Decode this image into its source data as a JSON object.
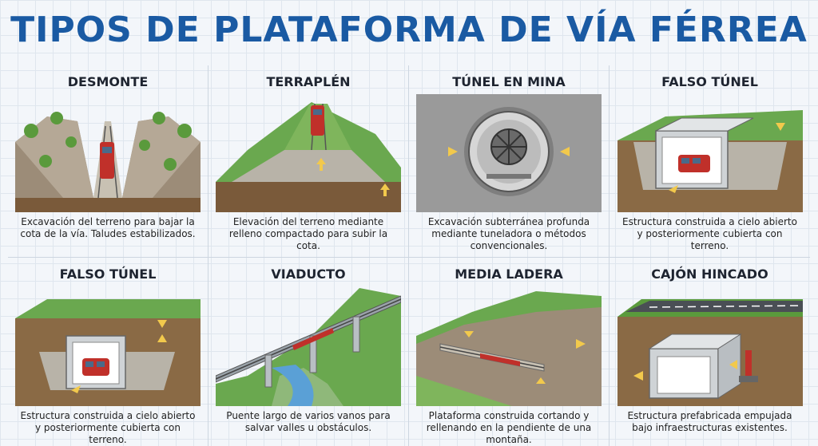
{
  "title": "TIPOS DE PLATAFORMA DE VÍA FÉRREA",
  "panels": [
    {
      "title": "DESMONTE",
      "caption": "Excavación del terreno para bajar la cota de la vía. Taludes estabilizados."
    },
    {
      "title": "TERRAPLÉN",
      "caption": "Elevación del terreno mediante relleno compactado para subir la cota."
    },
    {
      "title": "TÚNEL EN MINA",
      "caption": "Excavación subterránea profunda mediante tuneladora o métodos convencionales."
    },
    {
      "title": "FALSO TÚNEL",
      "caption": "Estructura construida a cielo abierto y posteriormente cubierta con terreno."
    },
    {
      "title": "FALSO TÚNEL",
      "caption": "Estructura construida a cielo abierto y posteriormente cubierta con terreno."
    },
    {
      "title": "VIADUCTO",
      "caption": "Puente largo de varios vanos para salvar valles u obstáculos."
    },
    {
      "title": "MEDIA LADERA",
      "caption": "Plataforma construida cortando y rellenando en la pendiente de una montaña."
    },
    {
      "title": "CAJÓN HINCADO",
      "caption": "Estructura prefabricada empujada bajo infraestructuras existentes."
    }
  ],
  "colors": {
    "title": "#1a5aa3",
    "grass": "#6aa84f",
    "soil": "#8a6a45",
    "gravel": "#b8b3a8",
    "train": "#c0302a",
    "arrow": "#f2c94c"
  }
}
